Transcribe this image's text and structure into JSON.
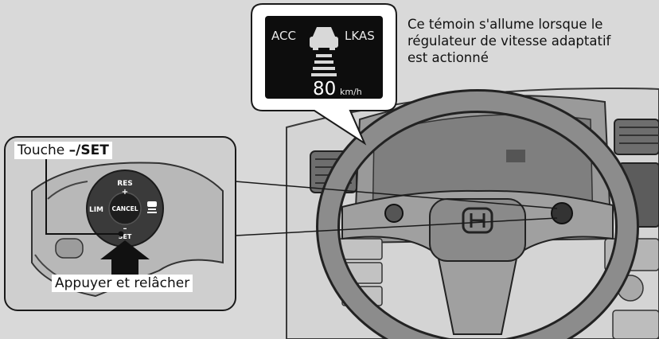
{
  "hud": {
    "left_indicator": "ACC",
    "right_indicator": "LKAS",
    "speed_value": "80",
    "speed_unit": "km/h"
  },
  "callout": {
    "lines": [
      "Ce témoin s'allume lorsque le",
      "régulateur de vitesse adaptatif",
      "est actionné"
    ]
  },
  "switch_label": {
    "prefix": "Touche ",
    "key": "–/SET"
  },
  "buttons": {
    "res": "RES",
    "plus": "+",
    "lim": "LIM",
    "cancel": "CANCEL",
    "minus": "–",
    "set": "SET"
  },
  "press_label": "Appuyer et relâcher",
  "colors": {
    "background": "#d9d9d9",
    "hud_screen": "#0d0d0d",
    "indicator_marker": "#555555",
    "panel_fill": "#ffffff",
    "outline": "#1a1a1a"
  }
}
